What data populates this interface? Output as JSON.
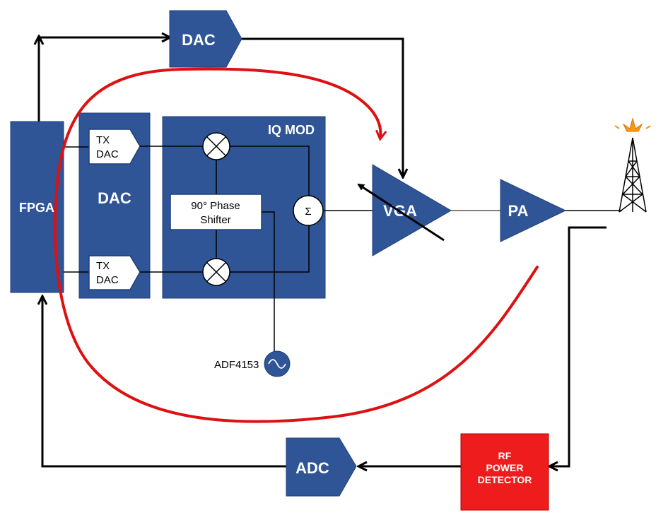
{
  "blocks": {
    "fpga": "FPGA",
    "dac_block": "DAC",
    "tx_dac_top": [
      "TX",
      "DAC"
    ],
    "tx_dac_bottom": [
      "TX",
      "DAC"
    ],
    "iq_mod": "IQ MOD",
    "phase_shifter": [
      "90° Phase",
      "Shifter"
    ],
    "summer": "Σ",
    "vga": "VGA",
    "pa": "PA",
    "dac_top": "DAC",
    "adc": "ADC",
    "synth": "ADF4153",
    "rf_detector": [
      "RF",
      "POWER",
      "DETECTOR"
    ]
  },
  "colors": {
    "block_blue": "#2f5597",
    "detector_red": "#ee1c1c",
    "loop_red": "#dd1111",
    "line": "#000000"
  },
  "icons": [
    "mixer-icon",
    "antenna-tower-icon",
    "oscillator-icon"
  ]
}
